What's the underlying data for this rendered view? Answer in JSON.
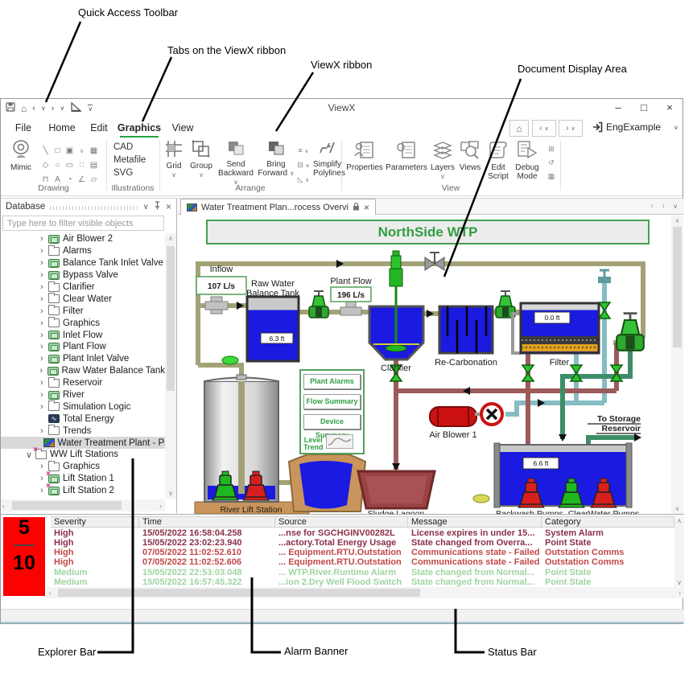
{
  "annotations": {
    "quick_access": "Quick Access Toolbar",
    "ribbon_tabs": "Tabs on the ViewX ribbon",
    "ribbon": "ViewX ribbon",
    "document_area": "Document Display Area",
    "explorer_bar": "Explorer Bar",
    "alarm_banner": "Alarm Banner",
    "status_bar": "Status Bar"
  },
  "window": {
    "title": "ViewX",
    "user": "EngExample"
  },
  "glyphs": {
    "chevron_right": "›",
    "chevron_left": "‹",
    "chevron_down": "∨",
    "chevron_up": "∧",
    "home": "⌂",
    "minimize": "–",
    "maximize": "□",
    "close": "×"
  },
  "ribbon": {
    "tabs": [
      "File",
      "Home",
      "Edit",
      "Graphics",
      "View"
    ],
    "active_tab": "Graphics",
    "drawing": {
      "label": "Drawing",
      "mimic": "Mimic",
      "glyphs": [
        "╲",
        "□",
        "▣",
        "∨",
        "▦",
        "◇",
        "○",
        "▭",
        "∷",
        "▤",
        "⊓",
        "A",
        "◔",
        "∠",
        "▱"
      ]
    },
    "illustrations": {
      "label": "Illustrations",
      "items": [
        "CAD",
        "Metafile",
        "SVG"
      ]
    },
    "arrange": {
      "label": "Arrange",
      "grid": "Grid",
      "group": "Group",
      "send_backward": "Send Backward",
      "bring_forward": "Bring Forward",
      "simplify": "Simplify Polylines"
    },
    "view": {
      "label": "View",
      "properties": "Properties",
      "parameters": "Parameters",
      "layers": "Layers",
      "views": "Views",
      "edit_script": "Edit Script",
      "debug_mode": "Debug Mode"
    }
  },
  "explorer": {
    "title": "Database",
    "filter_placeholder": "Type here to filter visible objects",
    "items": [
      {
        "label": "Air Blower 2"
      },
      {
        "label": "Alarms"
      },
      {
        "label": "Balance Tank Inlet Valve"
      },
      {
        "label": "Bypass Valve"
      },
      {
        "label": "Clarifier"
      },
      {
        "label": "Clear Water"
      },
      {
        "label": "Filter"
      },
      {
        "label": "Graphics"
      },
      {
        "label": "Inlet Flow"
      },
      {
        "label": "Plant Flow"
      },
      {
        "label": "Plant Inlet Valve"
      },
      {
        "label": "Raw Water Balance Tank"
      },
      {
        "label": "Reservoir"
      },
      {
        "label": "River"
      },
      {
        "label": "Simulation Logic"
      },
      {
        "label": "Total Energy"
      },
      {
        "label": "Trends"
      },
      {
        "label": "Water Treatment Plant - Process"
      },
      {
        "label": "WW Lift Stations"
      },
      {
        "label": "Graphics"
      },
      {
        "label": "Lift Station 1"
      },
      {
        "label": "Lift Station 2"
      }
    ]
  },
  "document": {
    "tab_title": "Water Treatment Plan...rocess Overvi",
    "mimic": {
      "title": "NorthSide WTP",
      "inflow_label": "Inflow",
      "inflow_value": "107 L/s",
      "plant_flow_label": "Plant Flow",
      "plant_flow_value": "196 L/s",
      "balance_tank_label_1": "Raw Water",
      "balance_tank_label_2": "Balance Tank",
      "balance_tank_level": "6.3 ft",
      "clarifier_label": "Clarifier",
      "recarbonation_label": "Re-Carbonation",
      "filter_label": "Filter",
      "filter_level": "0.0 ft",
      "air_blower_label": "Air Blower 1",
      "to_storage_1": "To Storage",
      "to_storage_2": "Reservoir",
      "clearwater_level": "6.6 ft",
      "river_label": "River",
      "lift_station_label": "River Lift Station",
      "sludge_lagoon_label": "Sludge Lagoon",
      "backwash_pumps_label": "Backwash Pumps",
      "clearwater_pumps_label": "ClearWater Pumps",
      "buttons": {
        "plant_alarms": "Plant Alarms",
        "flow_summary": "Flow Summary",
        "device_summary": "Device Summary",
        "level_trend_1": "Level",
        "level_trend_2": "Trend"
      }
    }
  },
  "alarm_banner": {
    "count_top": "5",
    "count_bottom": "10",
    "columns": [
      "Severity",
      "Time",
      "Source",
      "Message",
      "Category"
    ],
    "rows": [
      {
        "severity": "High",
        "time": "15/05/2022 16:58:04.258",
        "source": "...nse for SGCHGINV00282L",
        "message": "License expires in under 15...",
        "category": "System Alarm"
      },
      {
        "severity": "High",
        "time": "15/05/2022 23:02:23.940",
        "source": "...actory.Total Energy Usage",
        "message": "State changed from Overra...",
        "category": "Point State"
      },
      {
        "severity": "High",
        "time": "07/05/2022 11:02:52.610",
        "source": "... Equipment.RTU.Outstation",
        "message": "Communications state - Failed",
        "category": "Outstation Comms"
      },
      {
        "severity": "High",
        "time": "07/05/2022 11:02:52.606",
        "source": "... Equipment.RTU.Outstation",
        "message": "Communications state - Failed",
        "category": "Outstation Comms"
      },
      {
        "severity": "Medium",
        "time": "15/05/2022 22:53:03.048",
        "source": "... WTP.River.Runtime Alarm",
        "message": "State changed from Normal...",
        "category": "Point State"
      },
      {
        "severity": "Medium",
        "time": "15/05/2022 16:57:45.322",
        "source": "...ion 2.Dry Well Flood Switch",
        "message": "State changed from Normal...",
        "category": "Point State"
      }
    ]
  },
  "colors": {
    "accent_green": "#23a346",
    "alarm_count_red": "#fb0200",
    "severity_high_dark": "#8b3048",
    "severity_high_red": "#c14848",
    "severity_medium_green": "#9fd4a0",
    "tank_blue": "#1a1ae0",
    "pipe_olive": "#a2a276",
    "pipe_teal": "#86bcc2",
    "pipe_maroon": "#9c5b5b",
    "pipe_green": "#3d8e68"
  }
}
